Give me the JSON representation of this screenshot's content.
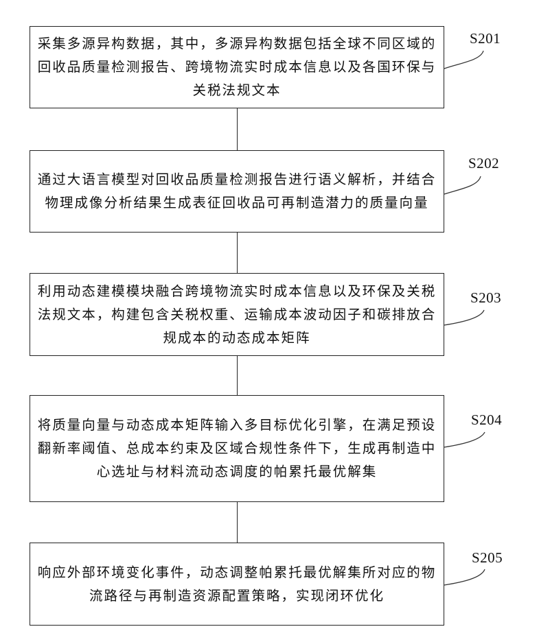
{
  "steps": [
    {
      "label": "S201",
      "text": "采集多源异构数据，其中，多源异构数据包括全球不同区域的回收品质量检测报告、跨境物流实时成本信息以及各国环保与关税法规文本"
    },
    {
      "label": "S202",
      "text": "通过大语言模型对回收品质量检测报告进行语义解析，并结合物理成像分析结果生成表征回收品可再制造潜力的质量向量"
    },
    {
      "label": "S203",
      "text": "利用动态建模模块融合跨境物流实时成本信息以及环保及关税法规文本，构建包含关税权重、运输成本波动因子和碳排放合规成本的动态成本矩阵"
    },
    {
      "label": "S204",
      "text": "将质量向量与动态成本矩阵输入多目标优化引擎，在满足预设翻新率阈值、总成本约束及区域合规性条件下，生成再制造中心选址与材料流动态调度的帕累托最优解集"
    },
    {
      "label": "S205",
      "text": "响应外部环境变化事件，动态调整帕累托最优解集所对应的物流路径与再制造资源配置策略，实现闭环优化"
    }
  ]
}
